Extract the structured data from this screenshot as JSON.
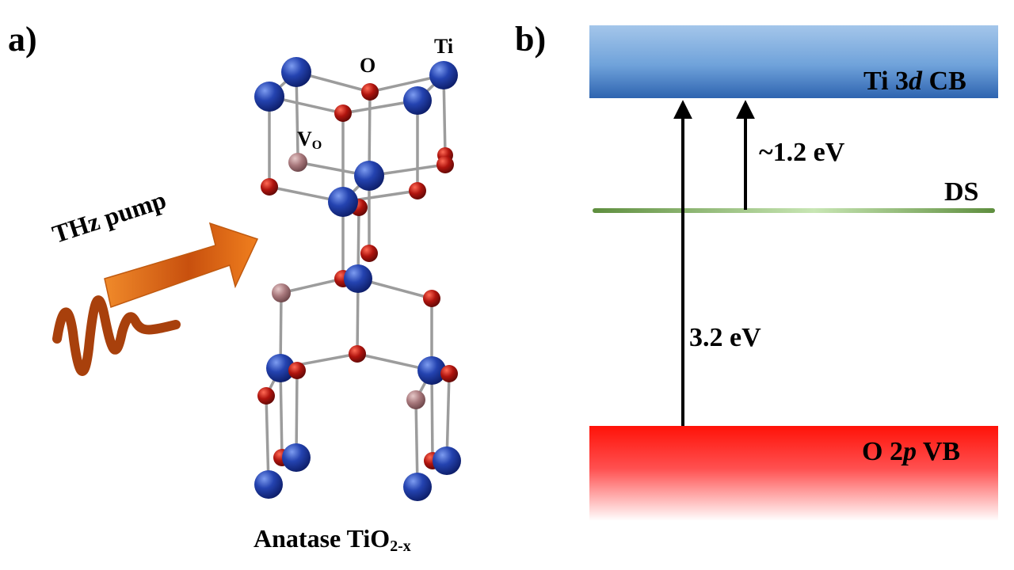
{
  "panel_a": {
    "label": "a)",
    "structure_title": "Anatase TiO",
    "structure_title_subscript": "2-x",
    "atom_labels": {
      "oxygen": "O",
      "titanium": "Ti",
      "vacancy": "V",
      "vacancy_subscript": "O"
    },
    "pump_label": "THz pump",
    "colors": {
      "titanium": "#1f3fa8",
      "oxygen": "#b0140e",
      "vacancy": "#a8787c",
      "bond": "#9a9a9a",
      "pump": "#e87a1c",
      "wave": "#a8400c"
    }
  },
  "panel_b": {
    "label": "b)",
    "cb_label_pre": "Ti 3",
    "cb_label_italic": "d",
    "cb_label_post": " CB",
    "vb_label_pre": "O 2",
    "vb_label_italic": "p",
    "vb_label_post": " VB",
    "ds_label": "DS",
    "gap_label": "3.2 eV",
    "ds_gap_label": "~1.2 eV",
    "colors": {
      "cb": "#5b93d4",
      "vb": "#ff1a10",
      "ds": "#6a9a4a"
    }
  }
}
